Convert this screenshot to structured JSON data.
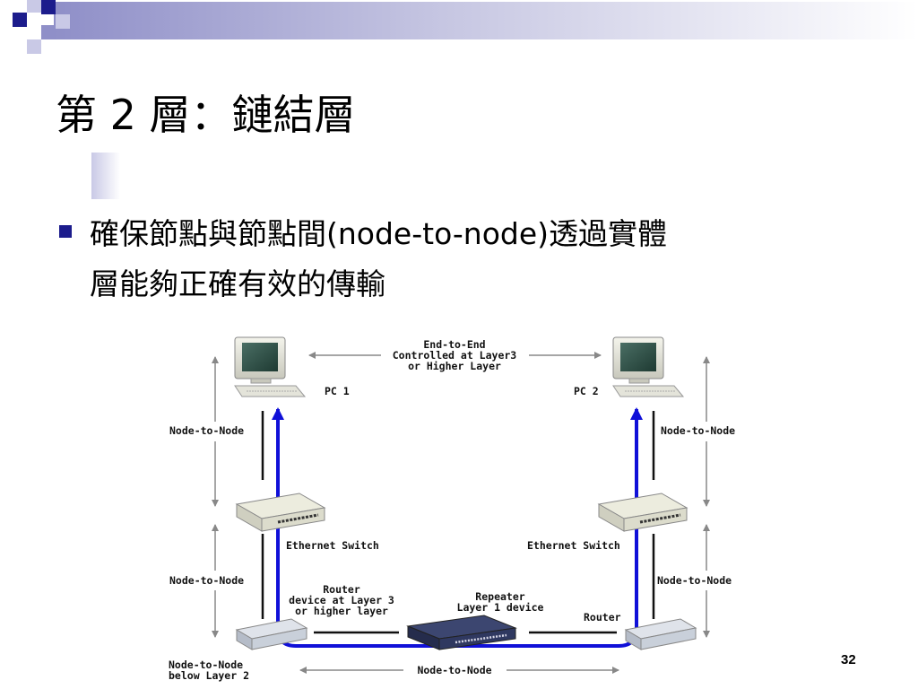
{
  "slide": {
    "title": "第 2 層：鏈結層",
    "bullet_line1": "確保節點與節點間(node-to-node)透過實體",
    "bullet_line2": "層能夠正確有效的傳輸",
    "page_number": "32"
  },
  "diagram": {
    "end_to_end": [
      "End-to-End",
      "Controlled at Layer3",
      "or Higher Layer"
    ],
    "pc1": "PC 1",
    "pc2": "PC 2",
    "node_left_upper": "Node-to-Node",
    "node_right_upper": "Node-to-Node",
    "switch_left": "Ethernet Switch",
    "switch_right": "Ethernet Switch",
    "node_left_lower": "Node-to-Node",
    "node_right_lower": "Node-to-Node",
    "router_left": [
      "Router",
      "device at Layer 3",
      "or higher layer"
    ],
    "repeater": [
      "Repeater",
      "Layer 1 device"
    ],
    "router_right": "Router",
    "node_below": [
      "Node-to-Node",
      "below Layer 2"
    ],
    "node_bottom": "Node-to-Node"
  },
  "colors": {
    "link": "#1010d8",
    "accent": "#1c1c8c"
  }
}
